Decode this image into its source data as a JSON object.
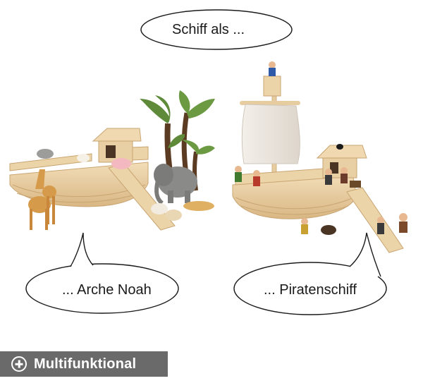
{
  "bubbles": {
    "top": "Schiff als ...",
    "left": "... Arche Noah",
    "right": "... Piratenschiff"
  },
  "badge": {
    "icon": "plus-circle-icon",
    "label": "Multifunktional"
  },
  "colors": {
    "badge_bg": "#6a6a6a",
    "wood": "#e9cfa4",
    "bubble_stroke": "#1a1a1a"
  }
}
